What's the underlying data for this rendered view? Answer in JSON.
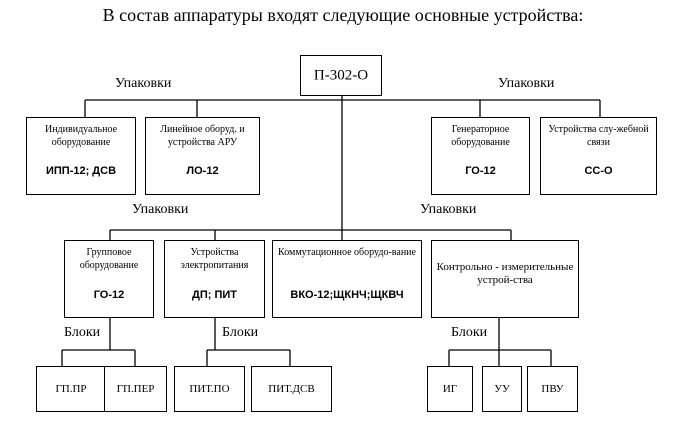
{
  "title": "В состав аппаратуры входят следующие основные устройства:",
  "root": "П-302-О",
  "labels": {
    "pack_left": "Упаковки",
    "pack_right": "Упаковки",
    "pack_mid_left": "Упаковки",
    "pack_mid_right": "Упаковки",
    "blocks_1": "Блоки",
    "blocks_2": "Блоки",
    "blocks_3": "Блоки"
  },
  "top_row": [
    {
      "title": "Индивидуальное оборудование",
      "code": "ИПП-12; ДСВ"
    },
    {
      "title": "Линейное оборуд. и устройства АРУ",
      "code": "ЛО-12"
    },
    {
      "title": "Генераторное оборудование",
      "code": "ГО-12"
    },
    {
      "title": "Устройства слу-жебной связи",
      "code": "СС-О"
    }
  ],
  "mid_row": [
    {
      "title": "Групповое оборудование",
      "code": "ГО-12"
    },
    {
      "title": "Устройства электропитания",
      "code": "ДП; ПИТ"
    },
    {
      "title": "Коммутационное оборудо-вание",
      "code": "ВКО-12;ЩКНЧ;ЩКВЧ"
    },
    {
      "title": "Контрольно - измерительные устрой-ства",
      "code": ""
    }
  ],
  "bottom_row": [
    "ГП.ПР",
    "ГП.ПЕР",
    "ПИТ.ПО",
    "ПИТ.ДСВ",
    "ИГ",
    "УУ",
    "ПВУ"
  ]
}
